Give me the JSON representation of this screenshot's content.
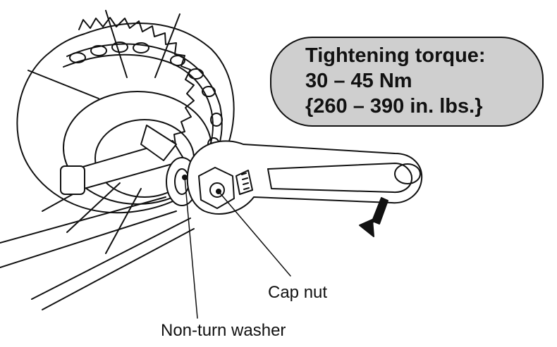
{
  "callout": {
    "lines": [
      "Tightening torque:",
      "30 – 45 Nm",
      "{260 – 390 in. lbs.}"
    ]
  },
  "labels": {
    "cap_nut": "Cap nut",
    "non_turn_washer": "Non-turn washer"
  }
}
